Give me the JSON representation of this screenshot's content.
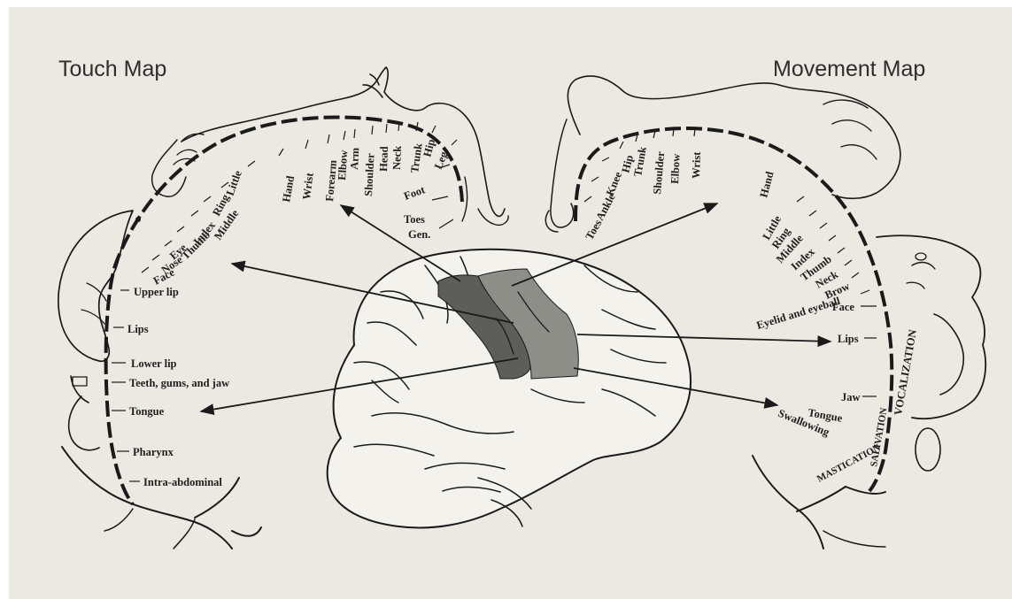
{
  "titles": {
    "left": "Touch Map",
    "right": "Movement Map"
  },
  "touch_map": {
    "arc_labels": [
      "Little",
      "Hand",
      "Wrist",
      "Forearm",
      "Elbow",
      "Arm",
      "Shoulder",
      "Head",
      "Neck",
      "Trunk",
      "Hip",
      "Leg",
      "Foot",
      "Toes",
      "Gen.",
      "Ring",
      "Middle",
      "Index",
      "Thumb",
      "Eye",
      "Nose",
      "Face"
    ],
    "side_labels": [
      "Upper lip",
      "Lips",
      "Lower lip",
      "Teeth, gums, and jaw",
      "Tongue",
      "Pharynx",
      "Intra-abdominal"
    ]
  },
  "movement_map": {
    "arc_labels": [
      "Toes",
      "Ankle",
      "Knee",
      "Hip",
      "Trunk",
      "Shoulder",
      "Elbow",
      "Wrist",
      "Hand",
      "Little",
      "Ring",
      "Middle",
      "Index",
      "Thumb",
      "Neck",
      "Brow",
      "Eyelid and eyeball"
    ],
    "side_labels": [
      "Face",
      "Lips",
      "Jaw",
      "Tongue",
      "Swallowing"
    ],
    "curved_labels": [
      "VOCALIZATION",
      "SALIVATION",
      "MASTICATION"
    ]
  },
  "colors": {
    "paper": "#ece9e2",
    "ink": "#1a1a1a",
    "cortex_dark": "#5d5d5a",
    "cortex_light": "#8e8e89"
  }
}
